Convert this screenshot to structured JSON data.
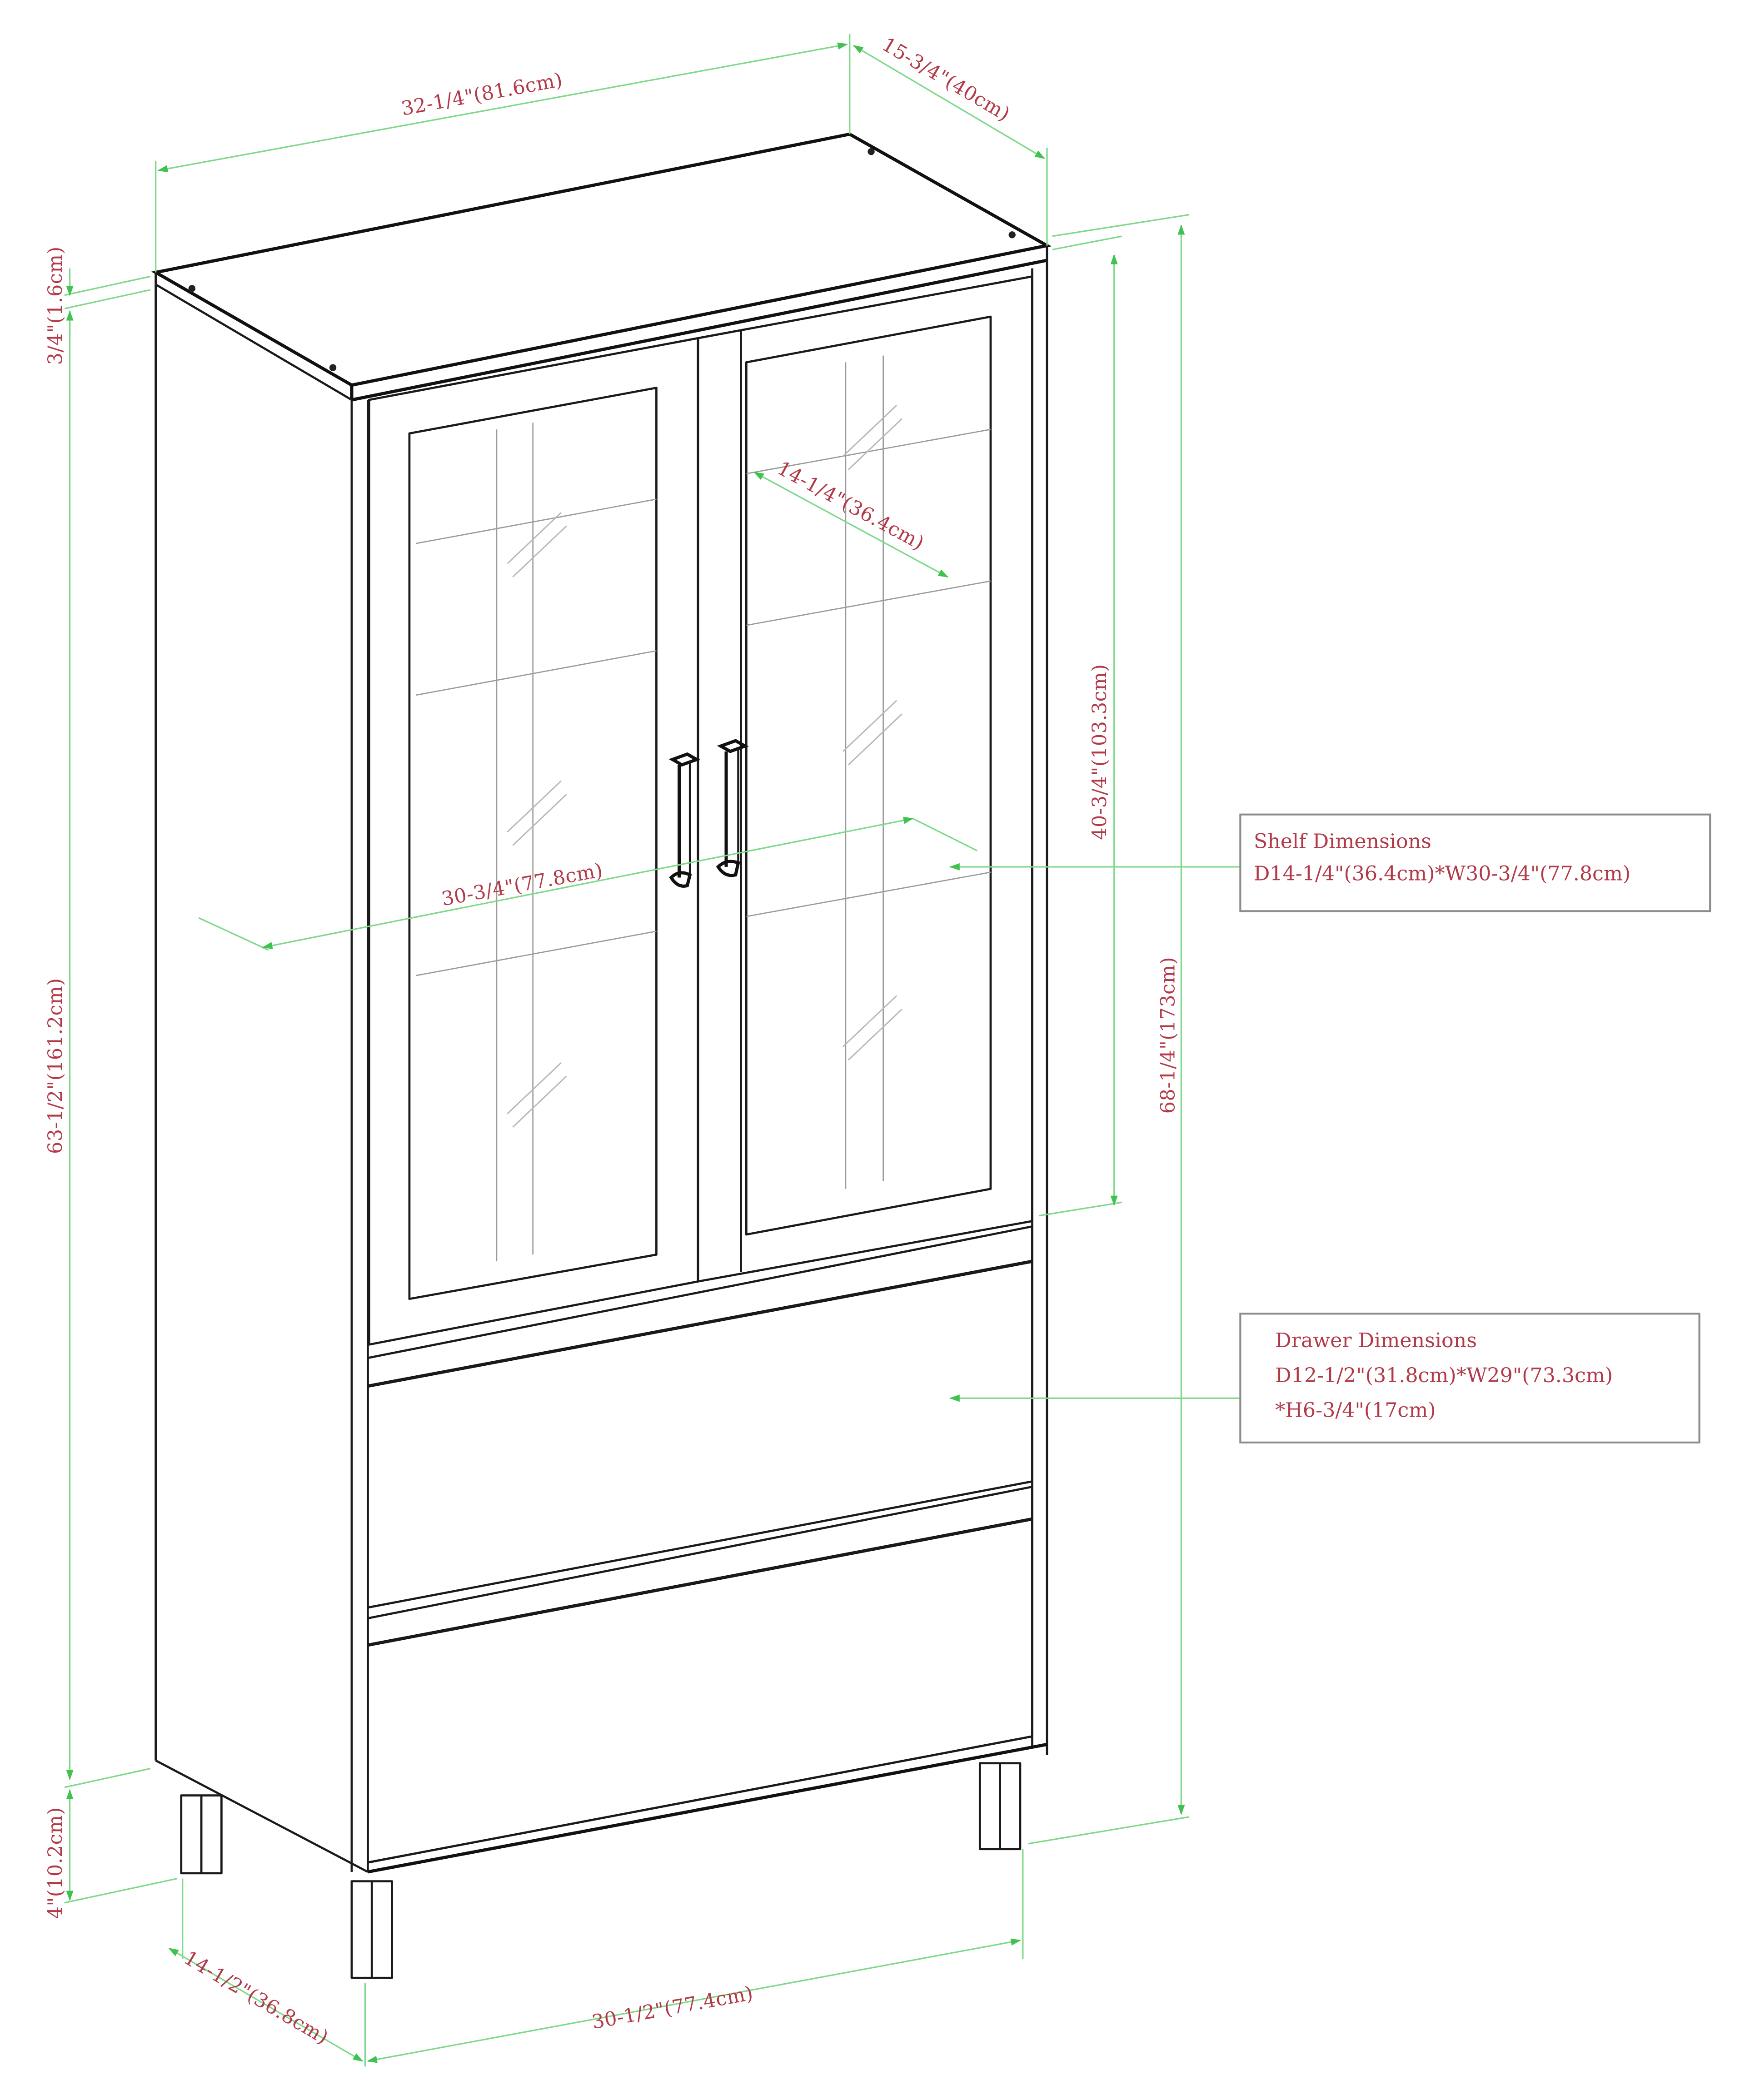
{
  "diagram": {
    "subject": "Glass-door cabinet with two drawers, isometric line drawing with dimensions",
    "colors": {
      "line": "#1a1a1a",
      "dimension_line": "#7fd98a",
      "dimension_arrow": "#3fc24f",
      "label_text": "#b23a48",
      "callout_border": "#8c8c8c"
    },
    "dimensions": {
      "top_width": "32-1/4\"(81.6cm)",
      "top_depth": "15-3/4\"(40cm)",
      "top_thickness": "3/4\"(1.6cm)",
      "body_height": "63-1/2\"(161.2cm)",
      "glass_section_height": "40-3/4\"(103.3cm)",
      "overall_height": "68-1/4\"(173cm)",
      "inner_shelf_depth": "14-1/4\"(36.4cm)",
      "inner_shelf_width": "30-3/4\"(77.8cm)",
      "leg_height": "4\"(10.2cm)",
      "base_depth": "14-1/2\"(36.8cm)",
      "base_width": "30-1/2\"(77.4cm)"
    },
    "callouts": {
      "shelf": {
        "title": "Shelf Dimensions",
        "line1": "D14-1/4\"(36.4cm)*W30-3/4\"(77.8cm)"
      },
      "drawer": {
        "title": "Drawer Dimensions",
        "line1": "D12-1/2\"(31.8cm)*W29\"(73.3cm)",
        "line2": "*H6-3/4\"(17cm)"
      }
    },
    "parts": [
      "top-panel",
      "left-glass-door",
      "right-glass-door",
      "door-handles",
      "glass-shelves",
      "upper-drawer",
      "lower-drawer",
      "legs"
    ]
  }
}
